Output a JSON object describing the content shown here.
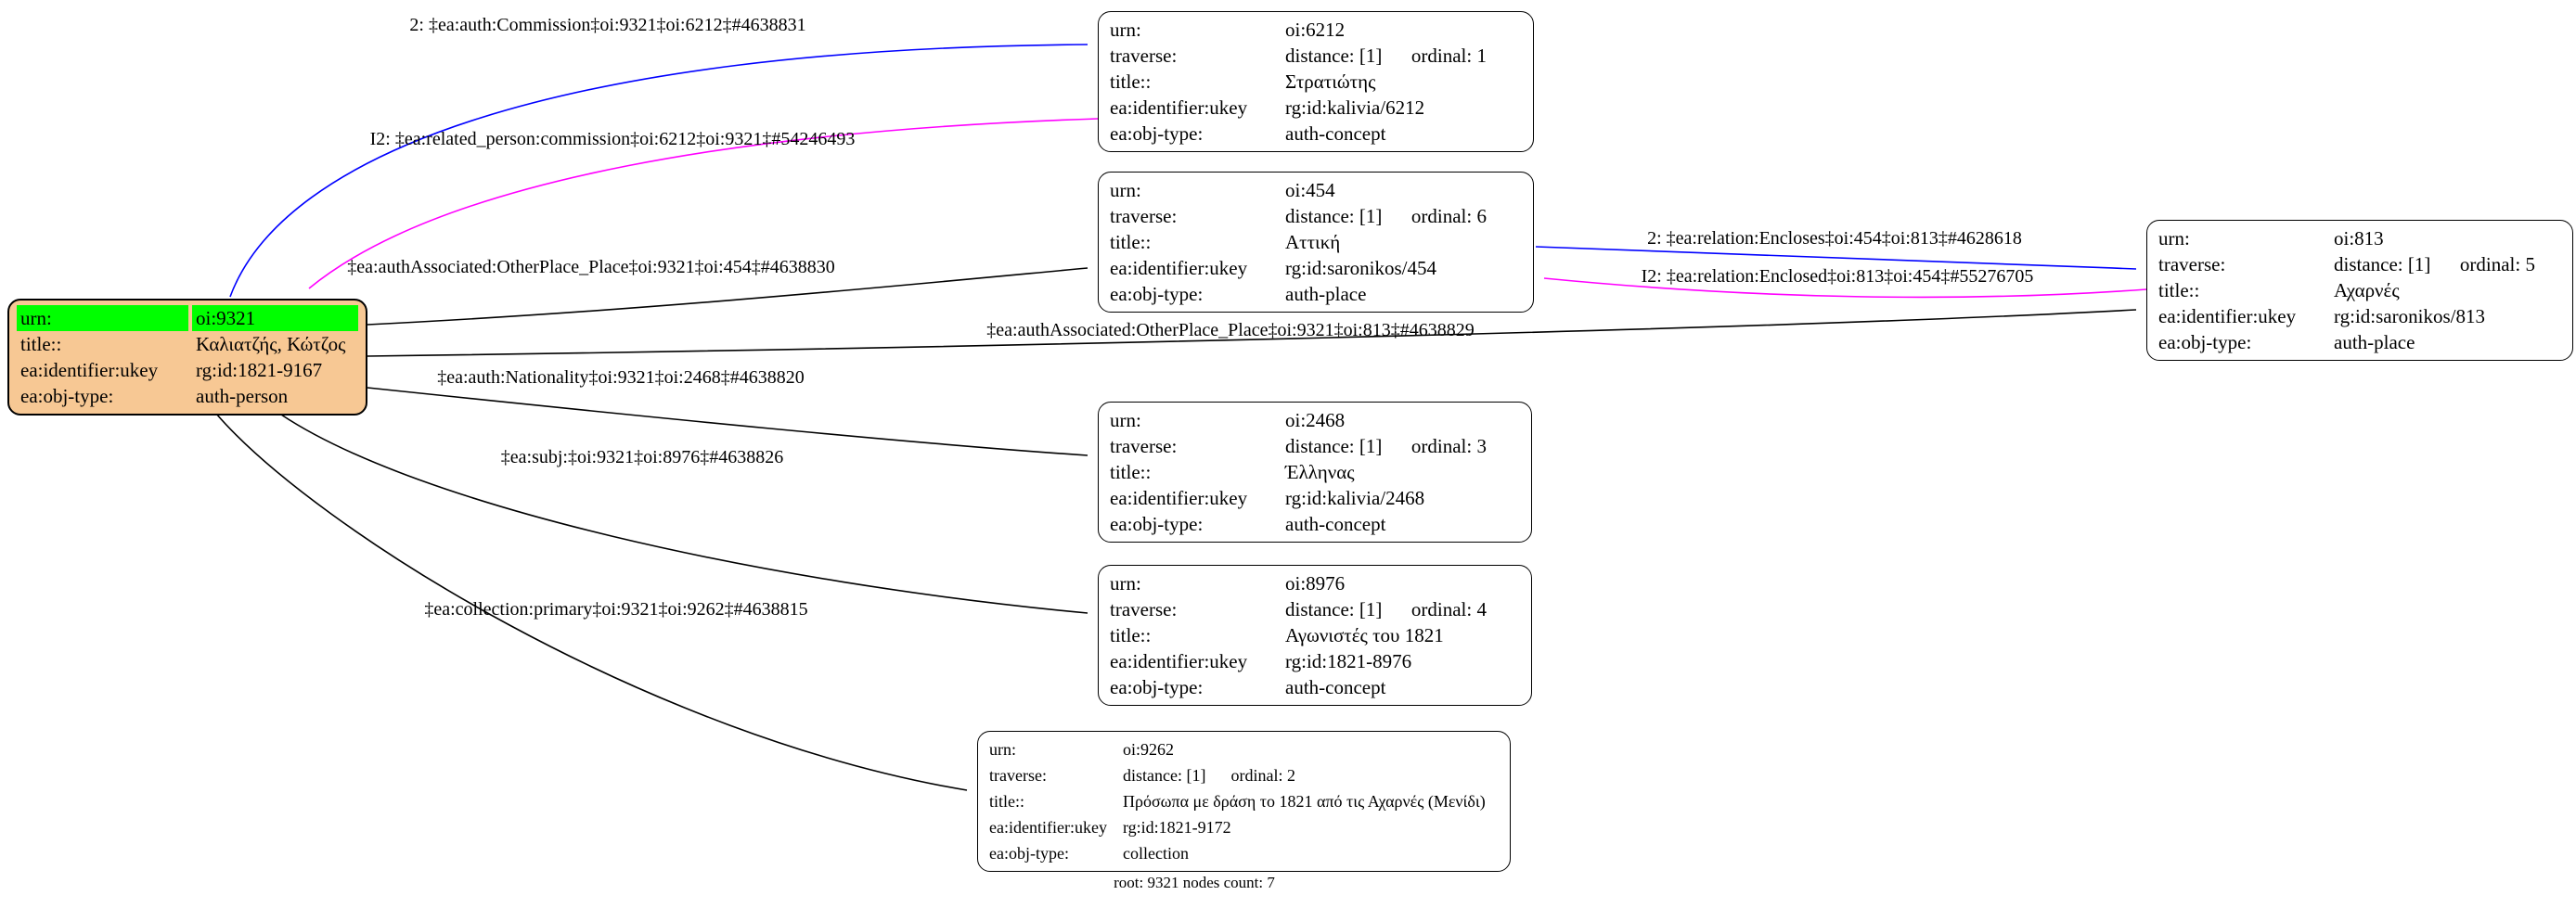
{
  "caption": "root: 9321 nodes count: 7",
  "colors": {
    "root_fill": "#f7c894",
    "highlight_row": "#00ff00",
    "forward_edge": "#0000ff",
    "inverse_edge": "#ff00ff",
    "plain_edge": "#000000"
  },
  "nodes": [
    {
      "id": "oi:9321",
      "rows": [
        {
          "key": "urn:",
          "value": "oi:9321"
        },
        {
          "key": "title::",
          "value": "Καλιατζής, Κώτζος"
        },
        {
          "key": "ea:identifier:ukey",
          "value": "rg:id:1821-9167"
        },
        {
          "key": "ea:obj-type:",
          "value": "auth-person"
        }
      ]
    },
    {
      "id": "oi:6212",
      "rows": [
        {
          "key": "urn:",
          "value": "oi:6212"
        },
        {
          "key": "traverse:",
          "value": "distance: [1]      ordinal: 1"
        },
        {
          "key": "title::",
          "value": "Στρατιώτης"
        },
        {
          "key": "ea:identifier:ukey",
          "value": "rg:id:kalivia/6212"
        },
        {
          "key": "ea:obj-type:",
          "value": "auth-concept"
        }
      ]
    },
    {
      "id": "oi:454",
      "rows": [
        {
          "key": "urn:",
          "value": "oi:454"
        },
        {
          "key": "traverse:",
          "value": "distance: [1]      ordinal: 6"
        },
        {
          "key": "title::",
          "value": "Αττική"
        },
        {
          "key": "ea:identifier:ukey",
          "value": "rg:id:saronikos/454"
        },
        {
          "key": "ea:obj-type:",
          "value": "auth-place"
        }
      ]
    },
    {
      "id": "oi:813",
      "rows": [
        {
          "key": "urn:",
          "value": "oi:813"
        },
        {
          "key": "traverse:",
          "value": "distance: [1]      ordinal: 5"
        },
        {
          "key": "title::",
          "value": "Αχαρνές"
        },
        {
          "key": "ea:identifier:ukey",
          "value": "rg:id:saronikos/813"
        },
        {
          "key": "ea:obj-type:",
          "value": "auth-place"
        }
      ]
    },
    {
      "id": "oi:2468",
      "rows": [
        {
          "key": "urn:",
          "value": "oi:2468"
        },
        {
          "key": "traverse:",
          "value": "distance: [1]      ordinal: 3"
        },
        {
          "key": "title::",
          "value": "Έλληνας"
        },
        {
          "key": "ea:identifier:ukey",
          "value": "rg:id:kalivia/2468"
        },
        {
          "key": "ea:obj-type:",
          "value": "auth-concept"
        }
      ]
    },
    {
      "id": "oi:8976",
      "rows": [
        {
          "key": "urn:",
          "value": "oi:8976"
        },
        {
          "key": "traverse:",
          "value": "distance: [1]      ordinal: 4"
        },
        {
          "key": "title::",
          "value": "Αγωνιστές του 1821"
        },
        {
          "key": "ea:identifier:ukey",
          "value": "rg:id:1821-8976"
        },
        {
          "key": "ea:obj-type:",
          "value": "auth-concept"
        }
      ]
    },
    {
      "id": "oi:9262",
      "rows": [
        {
          "key": "urn:",
          "value": "oi:9262"
        },
        {
          "key": "traverse:",
          "value": "distance: [1]      ordinal: 2"
        },
        {
          "key": "title::",
          "value": "Πρόσωπα με δράση το 1821 από τις Αχαρνές (Μενίδι)"
        },
        {
          "key": "ea:identifier:ukey",
          "value": "rg:id:1821-9172"
        },
        {
          "key": "ea:obj-type:",
          "value": "collection"
        }
      ]
    }
  ],
  "edges": [
    {
      "label": "2: ‡ea:auth:Commission‡oi:9321‡oi:6212‡#4638831",
      "type": "forward"
    },
    {
      "label": "I2: ‡ea:related_person:commission‡oi:6212‡oi:9321‡#54246493",
      "type": "inverse"
    },
    {
      "label": "‡ea:authAssociated:OtherPlace_Place‡oi:9321‡oi:454‡#4638830",
      "type": "plain"
    },
    {
      "label": "‡ea:authAssociated:OtherPlace_Place‡oi:9321‡oi:813‡#4638829",
      "type": "plain"
    },
    {
      "label": "‡ea:auth:Nationality‡oi:9321‡oi:2468‡#4638820",
      "type": "plain"
    },
    {
      "label": "‡ea:subj:‡oi:9321‡oi:8976‡#4638826",
      "type": "plain"
    },
    {
      "label": "‡ea:collection:primary‡oi:9321‡oi:9262‡#4638815",
      "type": "plain"
    },
    {
      "label": "2: ‡ea:relation:Encloses‡oi:454‡oi:813‡#4628618",
      "type": "forward"
    },
    {
      "label": "I2: ‡ea:relation:Enclosed‡oi:813‡oi:454‡#55276705",
      "type": "inverse"
    }
  ]
}
